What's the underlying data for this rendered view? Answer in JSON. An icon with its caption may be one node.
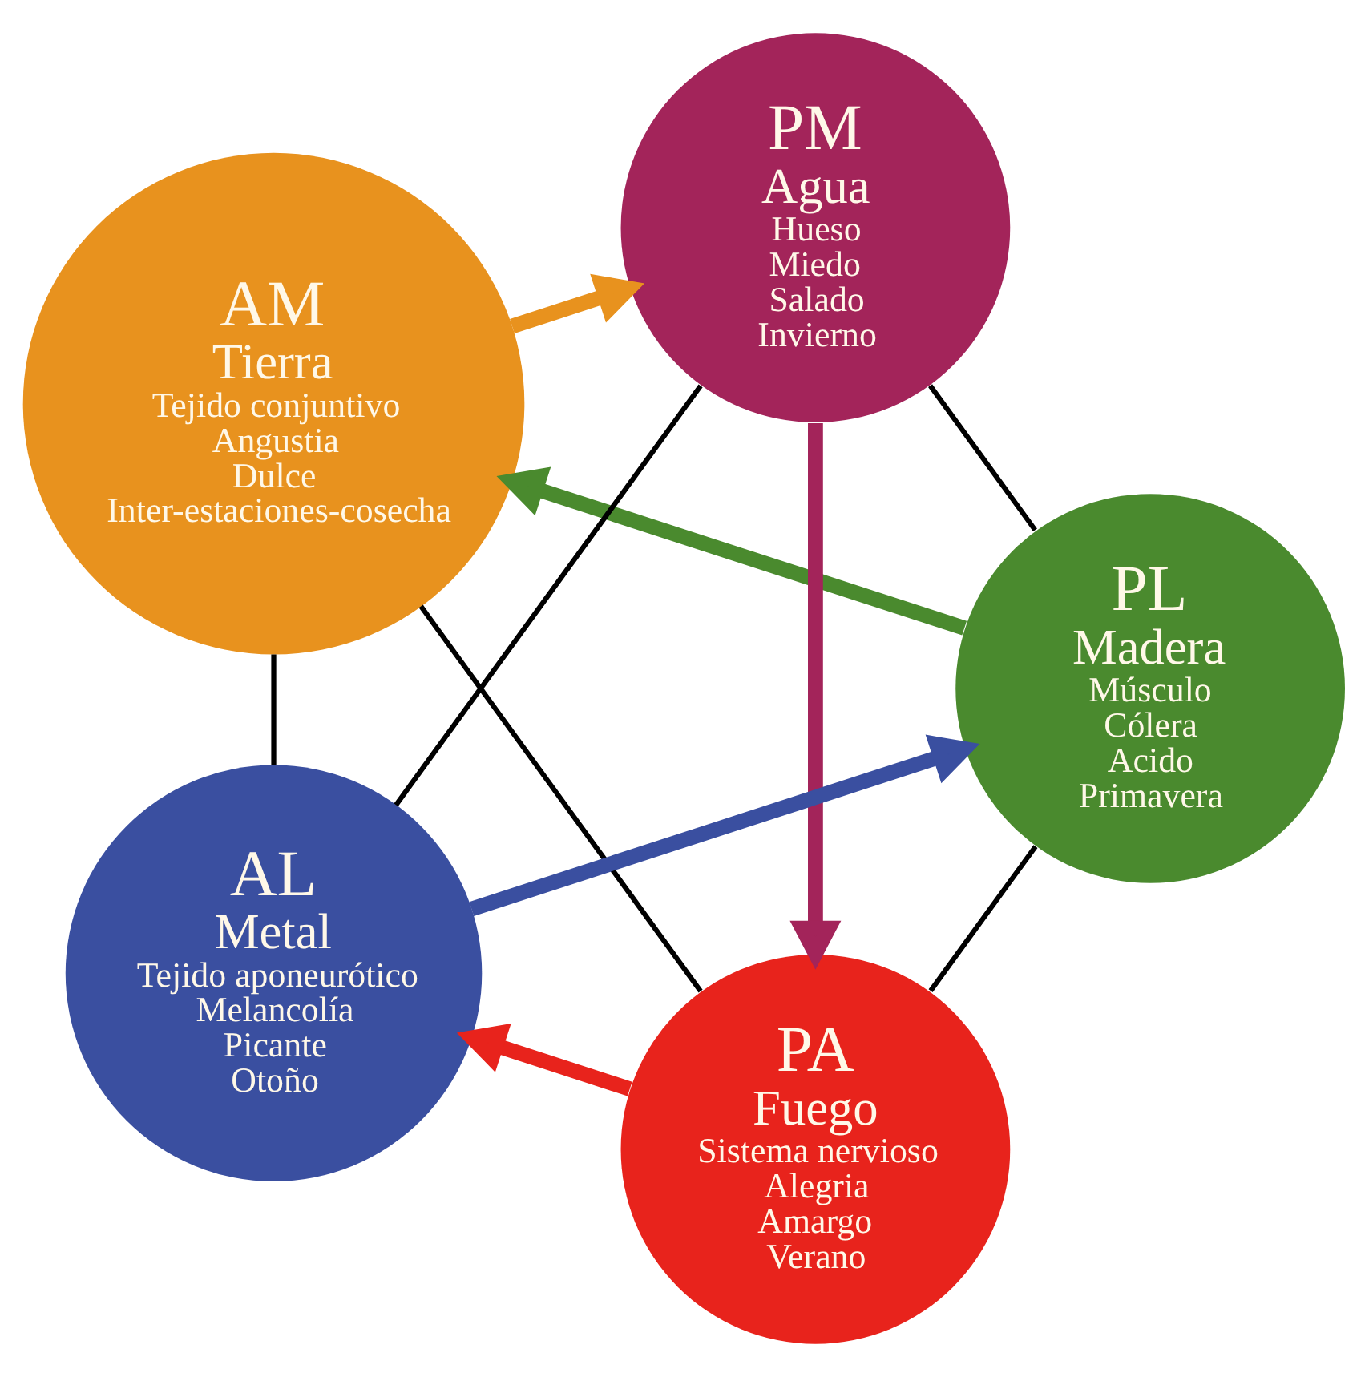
{
  "diagram": {
    "nodes": [
      {
        "text": [
          "PA",
          "Fuego",
          "Sistema nervioso",
          "Alegria",
          "Amargo",
          "Verano"
        ]
      },
      {
        "text": [
          "PL",
          "Madera",
          "Músculo",
          "Cólera",
          "Acido",
          "Primavera"
        ]
      },
      {
        "text": [
          "AM",
          "Tierra",
          "Tejido conjuntivo",
          "Angustia",
          "Dulce",
          "Inter-estaciones-cosecha"
        ]
      },
      {
        "text": [
          "PM",
          "Agua",
          "Hueso",
          "Miedo",
          "Salado",
          "Invierno"
        ]
      },
      {
        "text": [
          "AL",
          "Metal",
          "Tejido aponeurótico",
          "Melancolía",
          "Picante",
          "Otoño"
        ]
      }
    ],
    "edges": [
      {
        "from": 0,
        "to": 2,
        "arrow": "none"
      },
      {
        "from": 2,
        "to": 4,
        "arrow": "none"
      },
      {
        "from": 4,
        "to": 3,
        "arrow": "none"
      },
      {
        "from": 3,
        "to": 1,
        "arrow": "none"
      },
      {
        "from": 1,
        "to": 0,
        "arrow": "none"
      },
      {
        "from": 0,
        "to": 4,
        "arrow": "to",
        "style": "thick",
        "color": "#e8231c"
      },
      {
        "from": 1,
        "to": 2,
        "arrow": "to",
        "style": "thick",
        "color": "#4a8a2e"
      },
      {
        "from": 2,
        "to": 3,
        "arrow": "to",
        "style": "thick",
        "color": "#e8921e"
      },
      {
        "from": 4,
        "to": 1,
        "arrow": "to",
        "style": "thick",
        "color": "#3a4fa0"
      },
      {
        "from": 3,
        "to": 0,
        "arrow": "to",
        "style": "thick",
        "color": "#a3245a"
      }
    ]
  }
}
